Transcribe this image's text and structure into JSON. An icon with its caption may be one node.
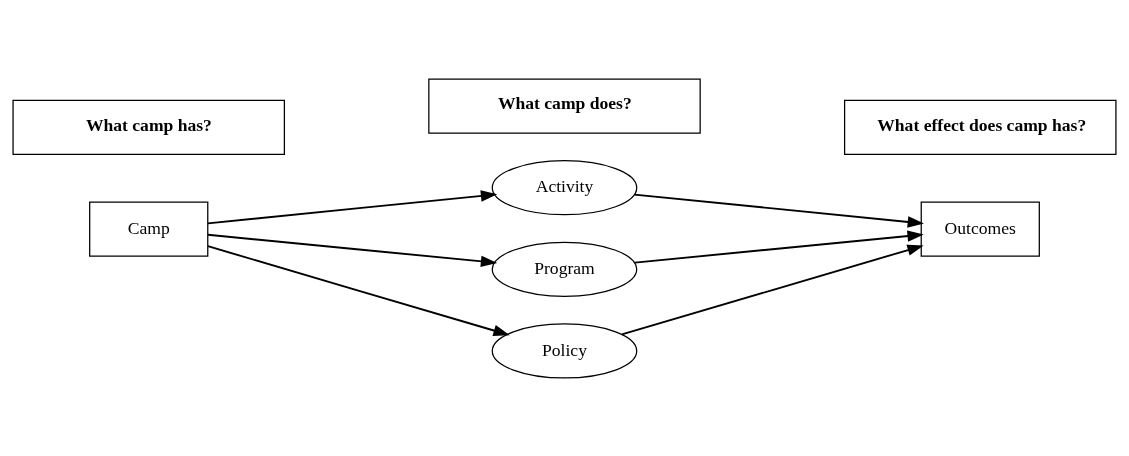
{
  "diagram": {
    "nodes": [
      {
        "text": [
          "Camp"
        ]
      },
      {
        "text": [
          "Activity"
        ]
      },
      {
        "text": [
          "Program"
        ]
      },
      {
        "text": [
          "Policy"
        ]
      },
      {
        "text": [
          "Outcomes"
        ]
      }
    ],
    "edges": [
      {
        "from": 0,
        "to": 1,
        "arrow": "to"
      },
      {
        "from": 0,
        "to": 2,
        "arrow": "to"
      },
      {
        "from": 0,
        "to": 3,
        "arrow": "to"
      },
      {
        "from": 1,
        "to": 4,
        "arrow": "to"
      },
      {
        "from": 2,
        "to": 4,
        "arrow": "to"
      },
      {
        "from": 3,
        "to": 4,
        "arrow": "to"
      }
    ],
    "labels": [
      "What camp has?",
      "What camp does?",
      "What effect does camp has?"
    ]
  }
}
